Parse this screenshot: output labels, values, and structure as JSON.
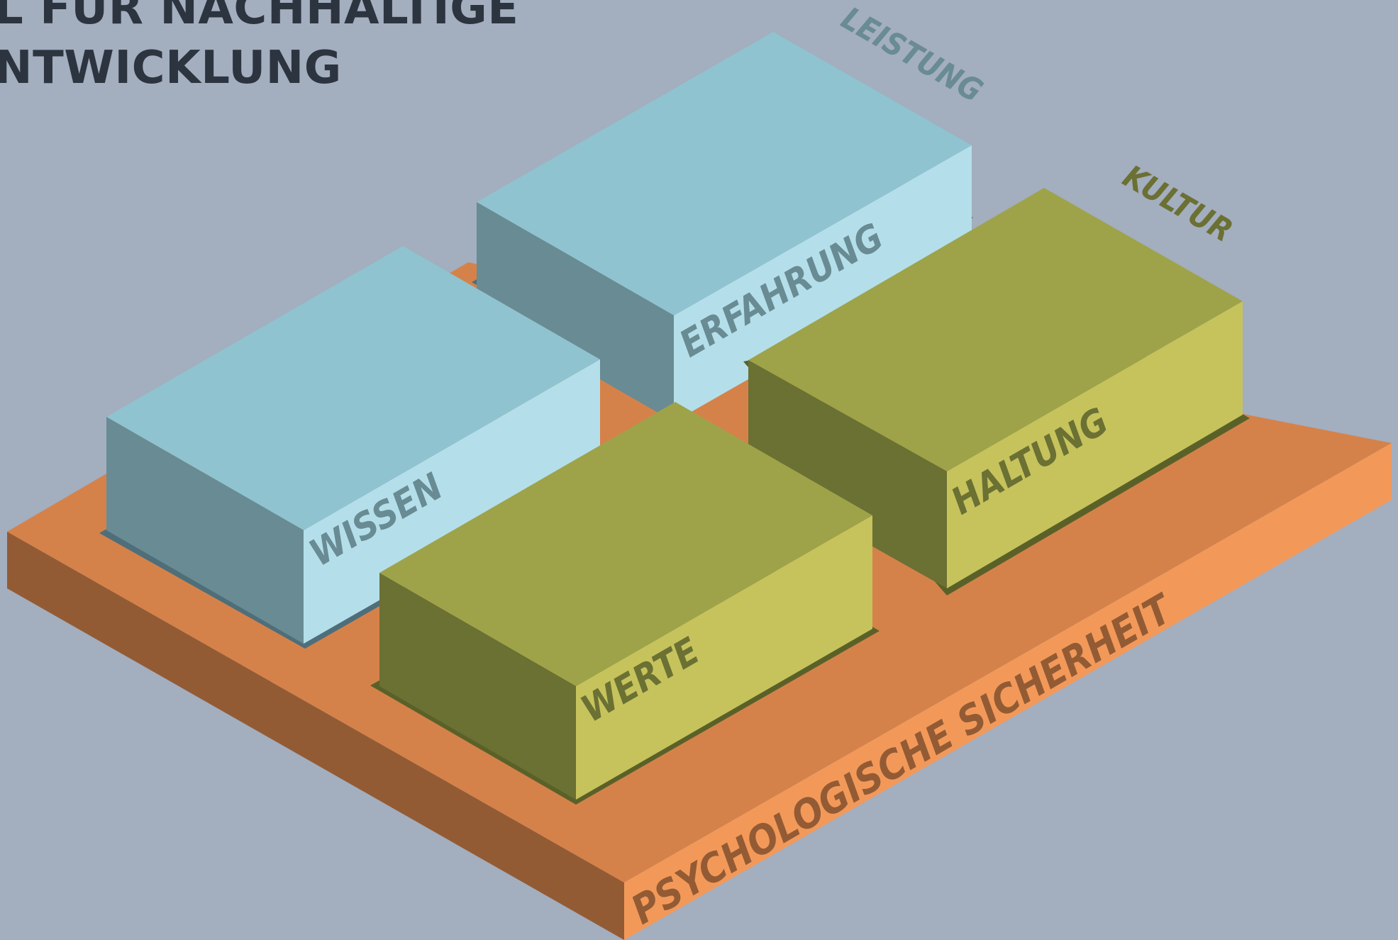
{
  "title": {
    "line1": "L FÜR NACHHALTIGE",
    "line2": "NTWICKLUNG"
  },
  "columns": {
    "left": "LEISTUNG",
    "right": "KULTUR"
  },
  "foundation": "PSYCHOLOGISCHE SICHERHEIT",
  "blocks": {
    "wissen": "WISSEN",
    "erfahrung": "ERFAHRUNG",
    "werte": "WERTE",
    "haltung": "HALTUNG"
  },
  "colors": {
    "background": "#a3aebf",
    "leistung_group": "#8fc3cf",
    "kultur_group": "#9ea349",
    "foundation": "#d5824a"
  }
}
